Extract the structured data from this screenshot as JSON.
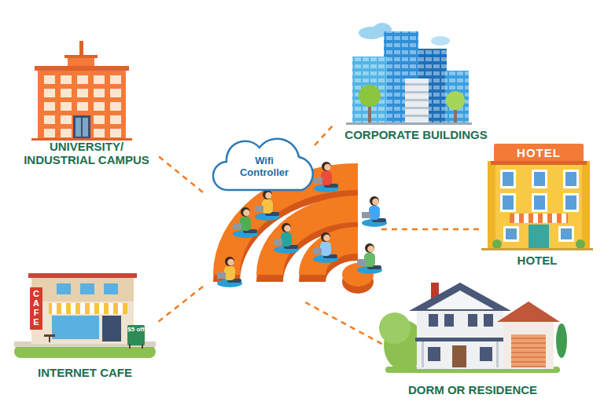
{
  "diagram": {
    "nodes": [
      {
        "text": [
          "UNIVERSITY/ INDUSTRIAL CAMPUS"
        ]
      },
      {
        "text": [
          "CORPORATE BUILDINGS"
        ]
      },
      {
        "text": [
          "Wifi Controller"
        ]
      },
      {
        "text": [
          "HOTEL"
        ]
      },
      {
        "text": [
          "INTERNET CAFE"
        ]
      },
      {
        "text": [
          "DORM OR RESIDENCE"
        ]
      }
    ],
    "edges": [
      {
        "from": 2,
        "to": 0,
        "arrow": "none"
      },
      {
        "from": 2,
        "to": 1,
        "arrow": "none"
      },
      {
        "from": 2,
        "to": 3,
        "arrow": "none"
      },
      {
        "from": 2,
        "to": 4,
        "arrow": "none"
      },
      {
        "from": 2,
        "to": 5,
        "arrow": "none"
      }
    ],
    "labels": [
      "HOTEL",
      "CAFE",
      "$5 off"
    ]
  }
}
